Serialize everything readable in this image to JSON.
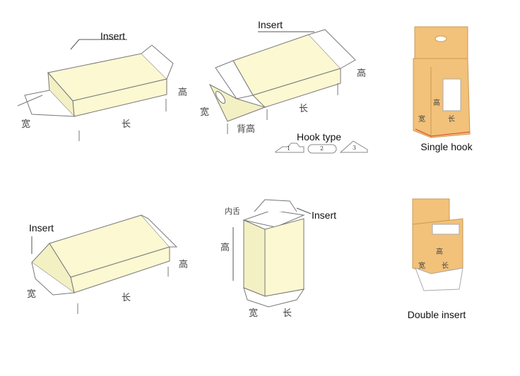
{
  "labels": {
    "insert": "Insert",
    "width_cn": "宽",
    "length_cn": "长",
    "height_cn": "高",
    "back_height_cn": "背高",
    "inner_tongue_cn": "内舌",
    "hook_type": "Hook type",
    "hook_numbers": [
      "1",
      "2",
      "3"
    ],
    "single_hook": "Single hook",
    "double_insert": "Double insert"
  },
  "colors": {
    "box_face": "#fbf8d2",
    "box_edge": "#777777",
    "kraft": "#f2c17a",
    "red_line": "#d9442c"
  }
}
